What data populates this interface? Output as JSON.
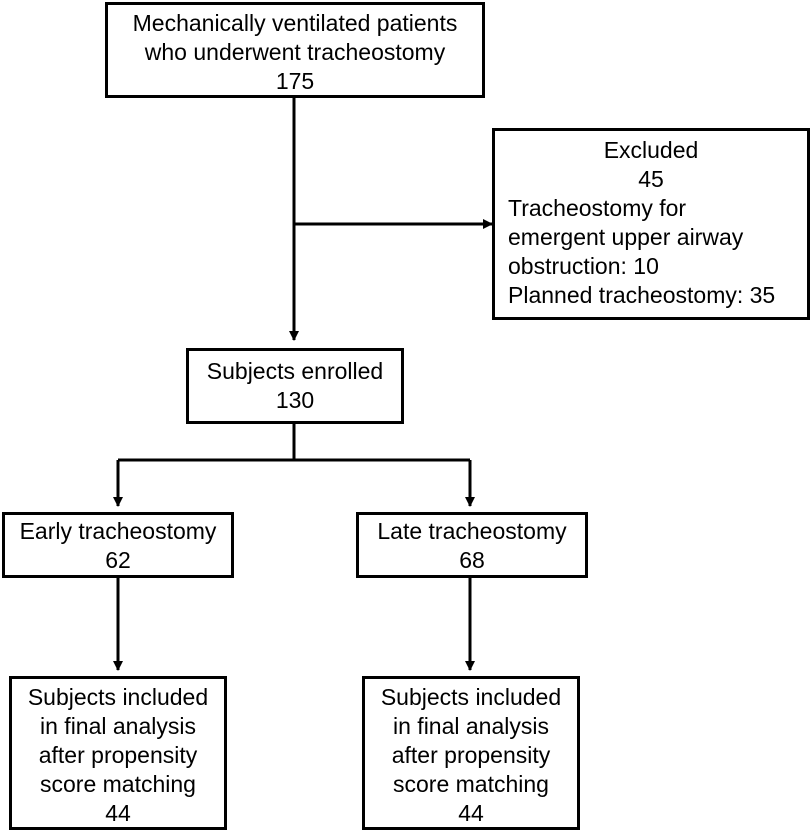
{
  "root": {
    "lines": [
      "Mechanically ventilated patients",
      "who underwent tracheostomy"
    ],
    "count": "175"
  },
  "excluded": {
    "title": "Excluded",
    "count": "45",
    "detail_lines": [
      "Tracheostomy for",
      "emergent upper airway",
      "obstruction: 10",
      "Planned tracheostomy: 35"
    ]
  },
  "enrolled": {
    "label": "Subjects enrolled",
    "count": "130"
  },
  "early": {
    "label": "Early tracheostomy",
    "count": "62"
  },
  "late": {
    "label": "Late tracheostomy",
    "count": "68"
  },
  "early_final": {
    "lines": [
      "Subjects included",
      "in final analysis",
      "after propensity",
      "score matching"
    ],
    "count": "44"
  },
  "late_final": {
    "lines": [
      "Subjects included",
      "in final analysis",
      "after propensity",
      "score matching"
    ],
    "count": "44"
  }
}
